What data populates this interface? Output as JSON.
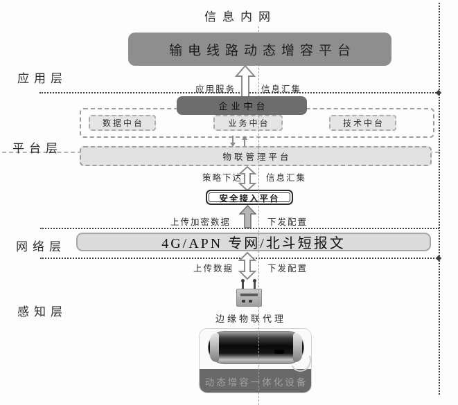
{
  "title": "信息内网",
  "layers": {
    "application": "应用层",
    "platform": "平台层",
    "network": "网络层",
    "perception": "感知层"
  },
  "nodes": {
    "main_platform": "输电线路动态增容平台",
    "enterprise_mid": "企业中台",
    "data_mid": "数据中台",
    "business_mid": "业务中台",
    "tech_mid": "技术中台",
    "iot_platform": "物联管理平台",
    "secure_access": "安全接入平台",
    "network_link": "4G/APN 专网/北斗短报文",
    "edge_agent": "边缘物联代理",
    "device": "动态增容一体化设备"
  },
  "flows": {
    "app_service": "应用服务",
    "info_gather_top": "信息汇集",
    "policy_issue": "策略下达",
    "info_gather_mid": "信息汇集",
    "upload_encrypted": "上传加密数据",
    "issue_config_mid": "下发配置",
    "upload_data": "上传数据",
    "issue_config_bottom": "下发配置"
  },
  "colors": {
    "main_box": "#8e8e8e",
    "enterprise_box": "#6d6d6d",
    "light_box": "#e2e2e2",
    "network_box": "#dbdbdb",
    "device_band": "#696969",
    "line_dark": "#3d3d3d"
  }
}
